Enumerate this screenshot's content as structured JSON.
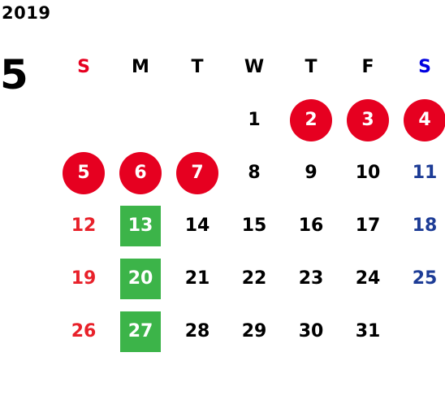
{
  "year": "2019",
  "month": "5",
  "colors": {
    "holiday_circle": "#e60020",
    "highlight_square": "#3cb449",
    "sunday_text": "#e8212a",
    "saturday_text": "#1d3c96",
    "sunday_header": "#e60020",
    "saturday_header": "#0000e0"
  },
  "weekdays": [
    "S",
    "M",
    "T",
    "W",
    "T",
    "F",
    "S"
  ],
  "weeks": [
    [
      {
        "day": "",
        "style": "empty"
      },
      {
        "day": "",
        "style": "empty"
      },
      {
        "day": "",
        "style": "empty"
      },
      {
        "day": "1",
        "style": "normal"
      },
      {
        "day": "2",
        "style": "holiday"
      },
      {
        "day": "3",
        "style": "holiday"
      },
      {
        "day": "4",
        "style": "holiday"
      }
    ],
    [
      {
        "day": "5",
        "style": "holiday"
      },
      {
        "day": "6",
        "style": "holiday"
      },
      {
        "day": "7",
        "style": "holiday"
      },
      {
        "day": "8",
        "style": "normal"
      },
      {
        "day": "9",
        "style": "normal"
      },
      {
        "day": "10",
        "style": "normal"
      },
      {
        "day": "11",
        "style": "sat"
      }
    ],
    [
      {
        "day": "12",
        "style": "sun"
      },
      {
        "day": "13",
        "style": "garbage"
      },
      {
        "day": "14",
        "style": "normal"
      },
      {
        "day": "15",
        "style": "normal"
      },
      {
        "day": "16",
        "style": "normal"
      },
      {
        "day": "17",
        "style": "normal"
      },
      {
        "day": "18",
        "style": "sat"
      }
    ],
    [
      {
        "day": "19",
        "style": "sun"
      },
      {
        "day": "20",
        "style": "garbage"
      },
      {
        "day": "21",
        "style": "normal"
      },
      {
        "day": "22",
        "style": "normal"
      },
      {
        "day": "23",
        "style": "normal"
      },
      {
        "day": "24",
        "style": "normal"
      },
      {
        "day": "25",
        "style": "sat"
      }
    ],
    [
      {
        "day": "26",
        "style": "sun"
      },
      {
        "day": "27",
        "style": "garbage"
      },
      {
        "day": "28",
        "style": "normal"
      },
      {
        "day": "29",
        "style": "normal"
      },
      {
        "day": "30",
        "style": "normal"
      },
      {
        "day": "31",
        "style": "normal"
      },
      {
        "day": "",
        "style": "empty"
      }
    ]
  ]
}
